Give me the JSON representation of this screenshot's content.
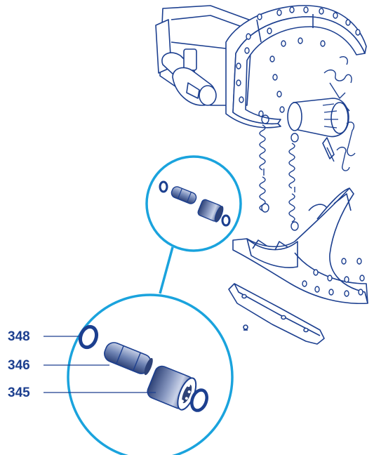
{
  "callouts": [
    {
      "number": "348",
      "part": "o-ring"
    },
    {
      "number": "346",
      "part": "pin"
    },
    {
      "number": "345",
      "part": "roller"
    }
  ],
  "colors": {
    "accent": "#1aa3dd",
    "outline": "#1c3f8f",
    "label": "#1c3f8f",
    "part_fill": "#ffffff",
    "roller_dark": "#3a4f86",
    "pin_shade": "#6f84b4"
  },
  "icons": [
    "drum-brake-assembly",
    "brake-shoe",
    "return-spring",
    "camshaft",
    "roller",
    "pin",
    "o-ring",
    "magnifier-circle"
  ]
}
